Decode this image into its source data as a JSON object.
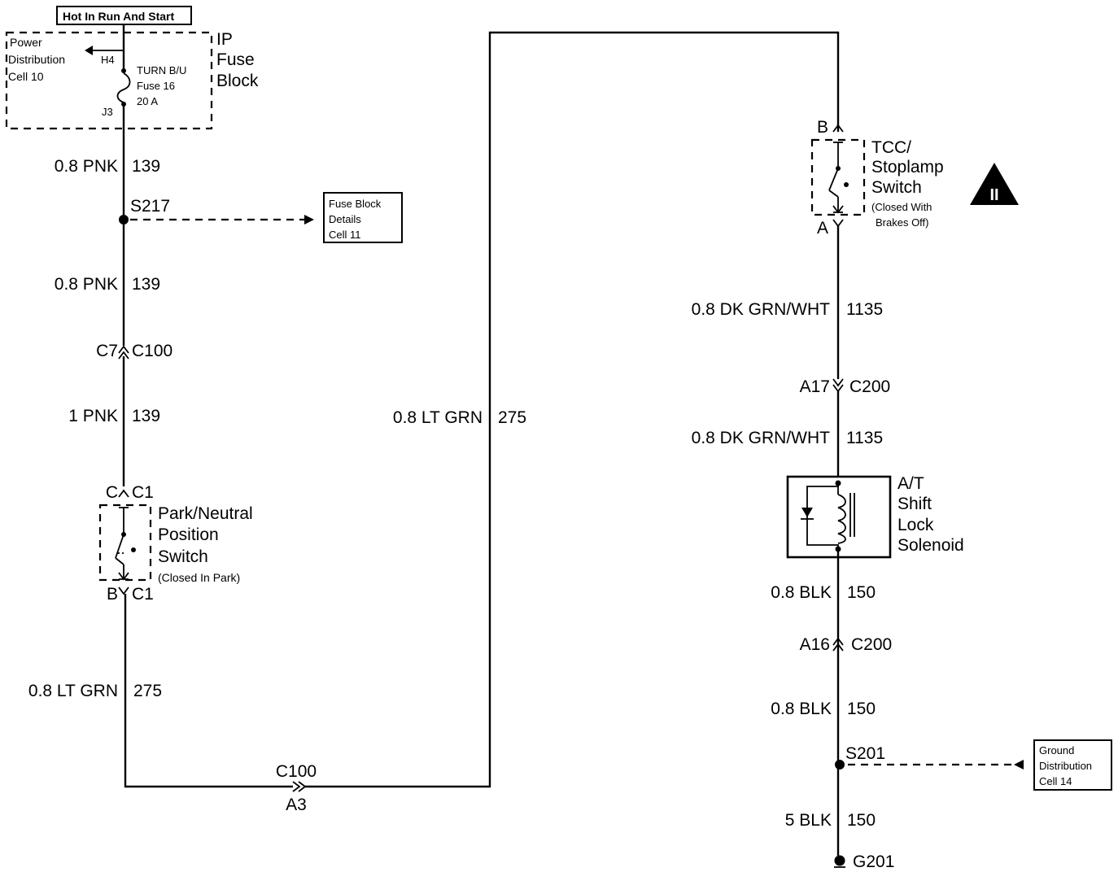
{
  "power": {
    "hot_label": "Hot In Run And Start",
    "power_dist_1": "Power",
    "power_dist_2": "Distribution",
    "power_dist_3": "Cell 10",
    "pin_h4": "H4",
    "pin_j3": "J3",
    "fuse_name": "TURN B/U",
    "fuse_num": "Fuse 16",
    "fuse_amp": "20 A",
    "block_1": "IP",
    "block_2": "Fuse",
    "block_3": "Block"
  },
  "left_branch": {
    "wire1_label": "0.8 PNK",
    "wire1_circuit": "139",
    "splice": "S217",
    "ref_1": "Fuse Block",
    "ref_2": "Details",
    "ref_3": "Cell 11",
    "wire2_label": "0.8 PNK",
    "wire2_circuit": "139",
    "conn_pin": "C7",
    "conn_id": "C100",
    "wire3_label": "1 PNK",
    "wire3_circuit": "139",
    "pn_top_pin": "C",
    "pn_top_conn": "C1",
    "pn_name_1": "Park/Neutral",
    "pn_name_2": "Position",
    "pn_name_3": "Switch",
    "pn_note": "(Closed In Park)",
    "pn_bot_pin": "B",
    "pn_bot_conn": "C1",
    "wire4_label": "0.8 LT GRN",
    "wire4_circuit": "275",
    "bottom_conn_id": "C100",
    "bottom_conn_pin": "A3"
  },
  "middle": {
    "wire_label": "0.8 LT GRN",
    "wire_circuit": "275"
  },
  "right_branch": {
    "tcc_top_pin": "B",
    "tcc_name_1": "TCC/",
    "tcc_name_2": "Stoplamp",
    "tcc_name_3": "Switch",
    "tcc_note_1": "(Closed With",
    "tcc_note_2": "Brakes Off)",
    "tcc_bot_pin": "A",
    "wire1_label": "0.8 DK GRN/WHT",
    "wire1_circuit": "1135",
    "conn1_pin": "A17",
    "conn1_id": "C200",
    "wire2_label": "0.8 DK GRN/WHT",
    "wire2_circuit": "1135",
    "sol_1": "A/T",
    "sol_2": "Shift",
    "sol_3": "Lock",
    "sol_4": "Solenoid",
    "wire3_label": "0.8 BLK",
    "wire3_circuit": "150",
    "conn2_pin": "A16",
    "conn2_id": "C200",
    "wire4_label": "0.8 BLK",
    "wire4_circuit": "150",
    "splice": "S201",
    "ground_1": "Ground",
    "ground_2": "Distribution",
    "ground_3": "Cell 14",
    "wire5_label": "5 BLK",
    "wire5_circuit": "150",
    "ground": "G201"
  },
  "caution_symbol": "II"
}
